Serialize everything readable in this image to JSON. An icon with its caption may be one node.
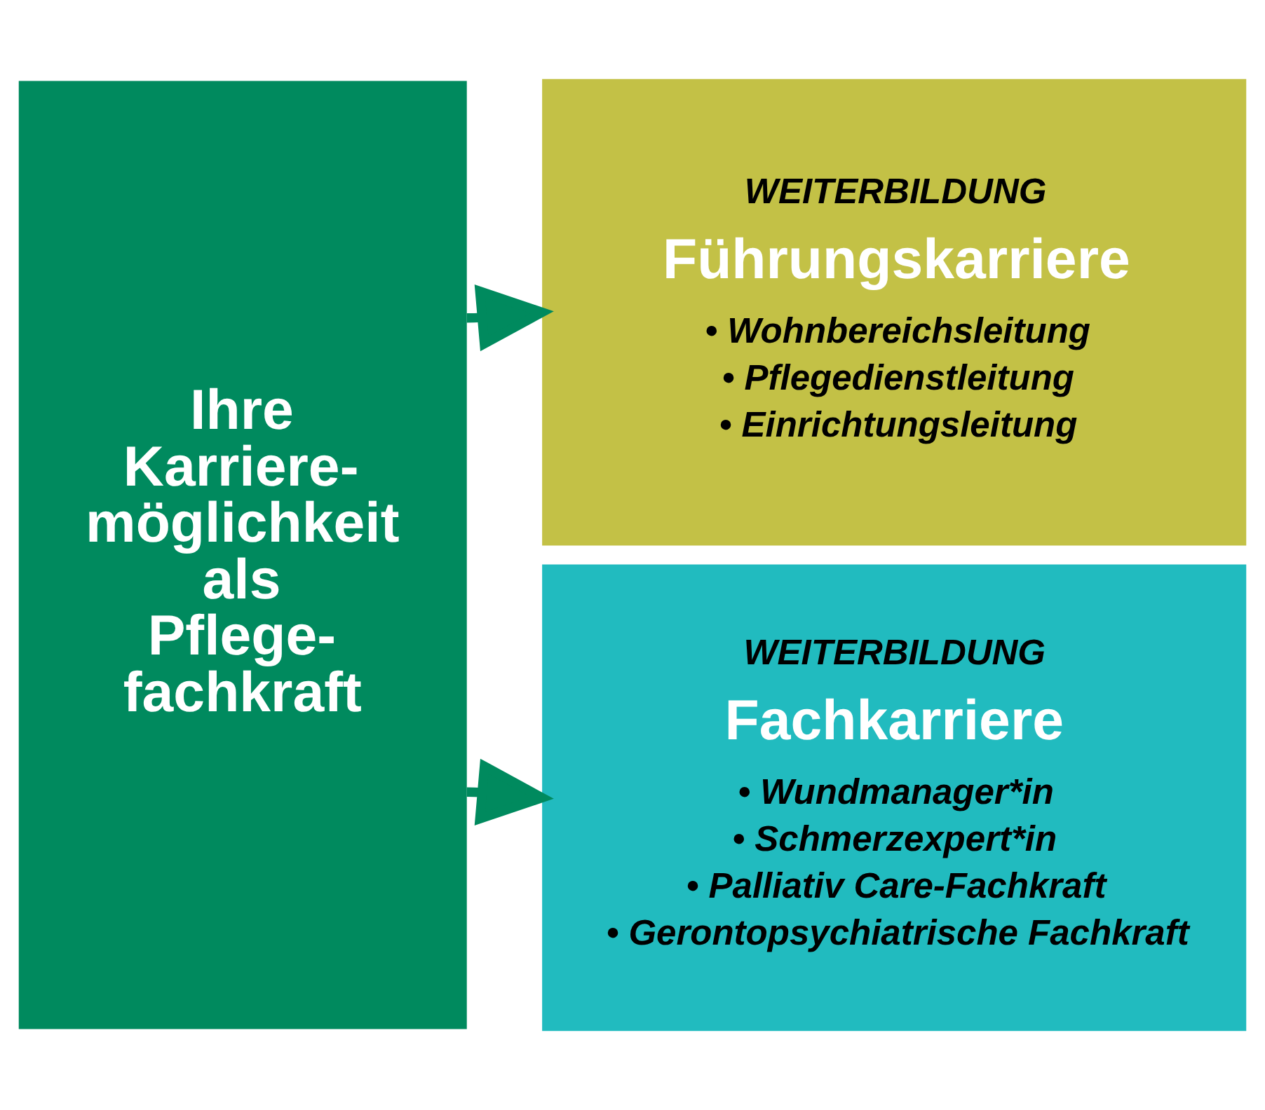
{
  "diagram": {
    "nodes": [
      {
        "text": [
          "Ihre Karriere- möglichkeit als Pflege- fachkraft"
        ]
      },
      {
        "text": [
          "WEITERBILDUNG",
          "Führungskarriere",
          "• Wohnbereichsleitung",
          "• Pflegedienstleitung",
          "• Einrichtungsleitung"
        ]
      },
      {
        "text": [
          "WEITERBILDUNG",
          "Fachkarriere",
          "• Wundmanager*in",
          "• Schmerzexpert*in",
          "• Palliativ Care-Fachkraft",
          "• Gerontopsychiatrische Fachkraft"
        ]
      }
    ],
    "edges": [
      {
        "from": 0,
        "to": 1,
        "arrow": "to"
      },
      {
        "from": 0,
        "to": 2,
        "arrow": "to"
      }
    ]
  }
}
